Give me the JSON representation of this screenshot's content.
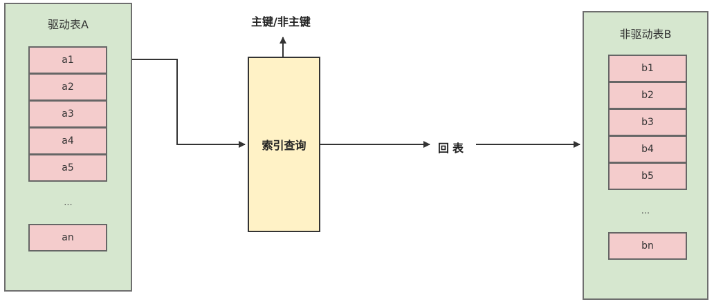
{
  "driving_table": {
    "title": "驱动表A",
    "rows": [
      "a1",
      "a2",
      "a3",
      "a4",
      "a5"
    ],
    "ellipsis": "...",
    "last_row": "an"
  },
  "driven_table": {
    "title": "非驱动表B",
    "rows": [
      "b1",
      "b2",
      "b3",
      "b4",
      "b5"
    ],
    "ellipsis": "...",
    "last_row": "bn"
  },
  "index_query": {
    "label": "索引查询",
    "output_label": "主键/非主键"
  },
  "back_to_table": {
    "label": "回表"
  },
  "colors": {
    "table_fill": "#d6e7cf",
    "row_fill": "#f4cccc",
    "index_fill": "#fff2c6",
    "line": "#333333"
  }
}
